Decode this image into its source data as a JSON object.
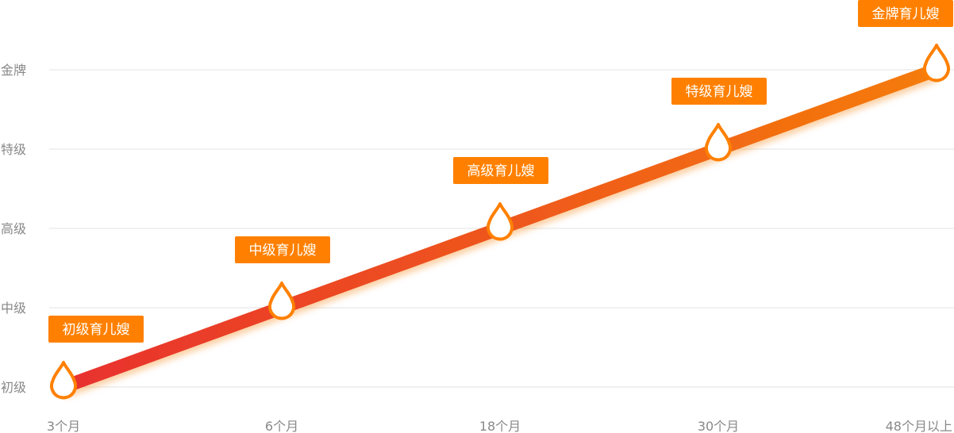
{
  "colors": {
    "line_start": "#e8312f",
    "line_end": "#f57c0a",
    "marker_stroke": "#ff8000",
    "label_bg": "#ff8000",
    "grid": "#e3e3e3",
    "axis_text": "#888888"
  },
  "chart_data": {
    "type": "line",
    "title": "",
    "xlabel": "",
    "ylabel": "",
    "categories": [
      "3个月",
      "6个月",
      "18个月",
      "30个月",
      "48个月以上"
    ],
    "y_levels": [
      "初级",
      "中级",
      "高级",
      "特级",
      "金牌"
    ],
    "series": [
      {
        "values": [
          0,
          1,
          2,
          3,
          4
        ],
        "point_labels": [
          "初级育儿嫂",
          "中级育儿嫂",
          "高级育儿嫂",
          "特级育儿嫂",
          "金牌育儿嫂"
        ]
      }
    ],
    "ylim": [
      0,
      4
    ],
    "grid": true,
    "marker": "droplet"
  }
}
